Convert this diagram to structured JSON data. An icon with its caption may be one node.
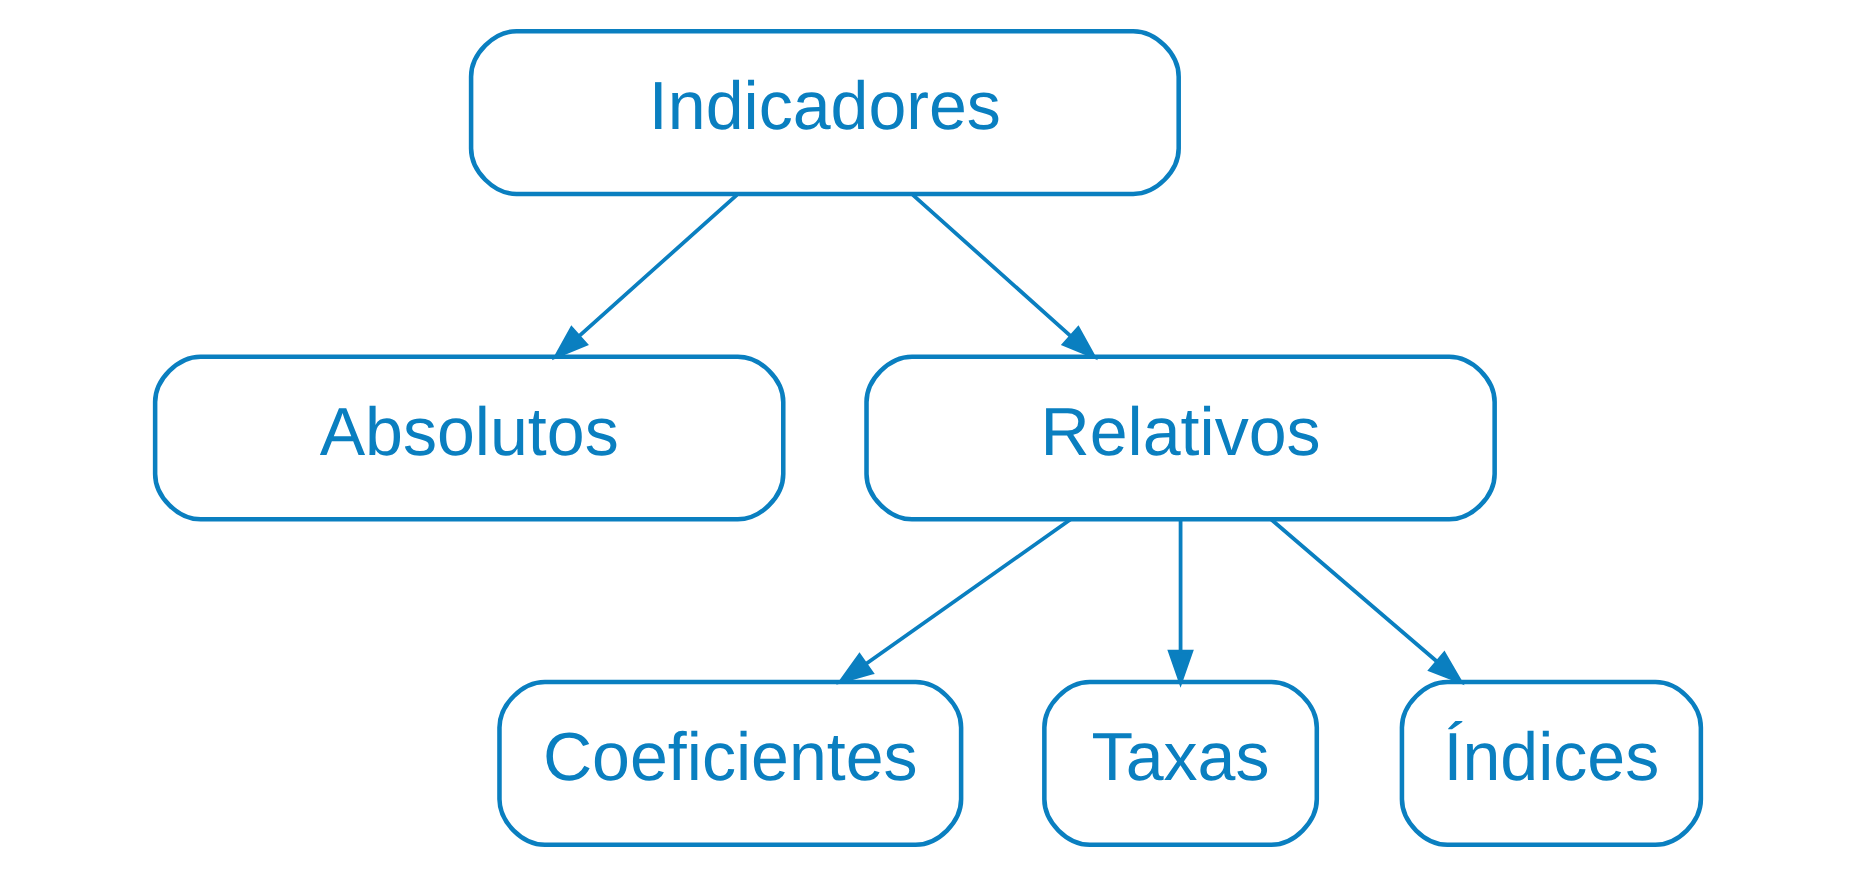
{
  "diagram": {
    "nodes": [
      {
        "text": [
          "Indicadores"
        ]
      },
      {
        "text": [
          "Absolutos"
        ]
      },
      {
        "text": [
          "Relativos"
        ]
      },
      {
        "text": [
          "Coeficientes"
        ]
      },
      {
        "text": [
          "Taxas"
        ]
      },
      {
        "text": [
          "Índices"
        ]
      }
    ],
    "edges": [
      {
        "from": 0,
        "to": 1,
        "arrow": "to"
      },
      {
        "from": 0,
        "to": 2,
        "arrow": "to"
      },
      {
        "from": 2,
        "to": 3,
        "arrow": "to"
      },
      {
        "from": 2,
        "to": 4,
        "arrow": "to"
      },
      {
        "from": 2,
        "to": 5,
        "arrow": "to"
      }
    ]
  }
}
